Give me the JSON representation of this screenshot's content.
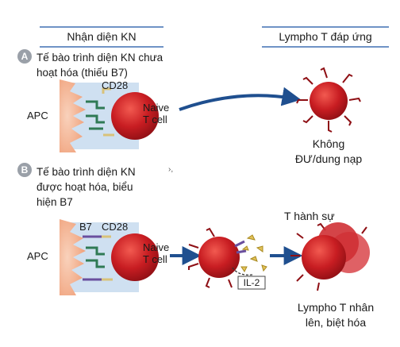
{
  "headers": {
    "left": "Nhận diện KN",
    "right": "Lympho T đáp ứng"
  },
  "panel_a": {
    "badge": "A",
    "description_line1": "Tế bào trình diện KN chưa",
    "description_line2": "hoạt hóa (thiếu B7)",
    "apc_label": "APC",
    "cd28_label": "CD28",
    "naive_line1": "Naive",
    "naive_line2": "T cell",
    "outcome_line1": "Không",
    "outcome_line2": "ĐƯ/dung nạp"
  },
  "panel_b": {
    "badge": "B",
    "description_line1": "Tế bào trình diện KN",
    "description_line2": "được hoạt hóa, biểu",
    "description_line3": "hiện B7",
    "stray_mark": "›,",
    "apc_label": "APC",
    "b7_label": "B7",
    "cd28_label": "CD28",
    "naive_line1": "Naive",
    "naive_line2": "T cell",
    "il2_label": "IL-2",
    "effector_label": "T hành sự",
    "outcome_line1": "Lympho T nhân",
    "outcome_line2": "lên, biệt hóa"
  },
  "colors": {
    "header_rule": "#6f93c6",
    "panel_bg": "#cfe0f1",
    "apc": "#f2b190",
    "tcell": "#c81d22",
    "arrow": "#1f4f8f",
    "b7": "#6a4f9e",
    "cd28": "#d9c27a"
  }
}
